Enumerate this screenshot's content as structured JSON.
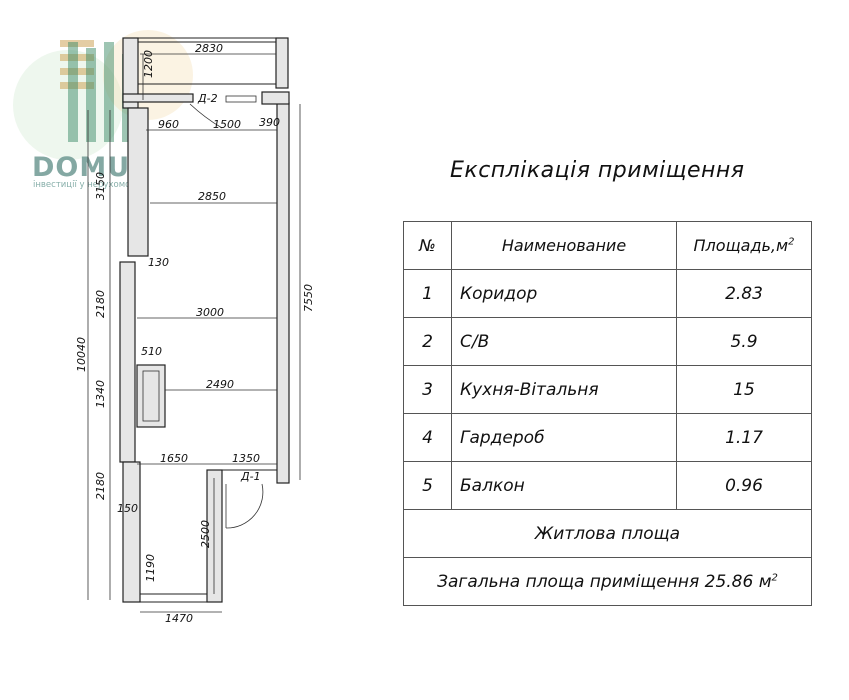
{
  "logo": {
    "brand": "DOMUS",
    "tagline": "інвестиції у нерухомості"
  },
  "plan": {
    "dims_top": [
      "2830",
      "1200"
    ],
    "door_2": "Д-2",
    "dims_row2": [
      "960",
      "1500",
      "390"
    ],
    "dim_3150": "3150",
    "dim_2850": "2850",
    "dim_130": "130",
    "dim_7550": "7550",
    "dim_10040": "10040",
    "dim_2180a": "2180",
    "dim_3000": "3000",
    "dim_510": "510",
    "dim_1340": "1340",
    "dim_2490": "2490",
    "dim_1650": "1650",
    "dim_1350": "1350",
    "door_1": "Д-1",
    "dim_2180b": "2180",
    "dim_150": "150",
    "dim_2500": "2500",
    "dim_1190": "1190",
    "dim_1470": "1470"
  },
  "explication": {
    "title": "Експлікація приміщення",
    "headers": {
      "num": "№",
      "name": "Наименование",
      "area": "Площадь,м",
      "area_sup": "2"
    },
    "rows": [
      {
        "num": "1",
        "name": "Коридор",
        "area": "2.83"
      },
      {
        "num": "2",
        "name": "С/В",
        "area": "5.9"
      },
      {
        "num": "3",
        "name": "Кухня-Вітальня",
        "area": "15"
      },
      {
        "num": "4",
        "name": "Гардероб",
        "area": "1.17"
      },
      {
        "num": "5",
        "name": "Балкон",
        "area": "0.96"
      }
    ],
    "living_area_label": "Житлова площа",
    "total_label": "Загальна площа приміщення 25.86 м",
    "total_sup": "2"
  }
}
